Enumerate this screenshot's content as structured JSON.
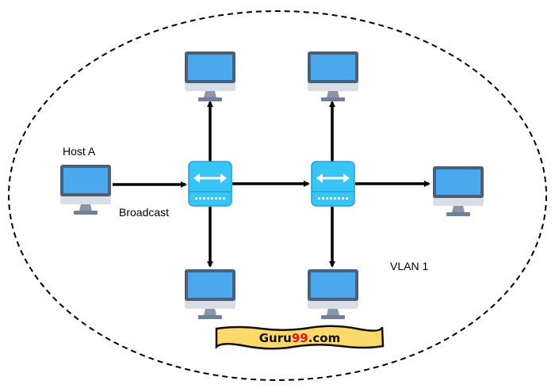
{
  "labels": {
    "host_a": "Host A",
    "broadcast": "Broadcast",
    "vlan": "VLAN 1"
  },
  "logo": {
    "part1": "Guru",
    "part2": "99",
    "part3": ".com"
  },
  "colors": {
    "monitor_frame": "#4a5f7a",
    "monitor_screen": "#4aa8ec",
    "monitor_bezel": "#d8dde6",
    "monitor_stand": "#8796a8",
    "switch_body": "#38c4f4",
    "switch_border": "#1c9fd8",
    "logo_bg": "#fcd96a",
    "logo_accent": "#e8141b"
  },
  "icons": [
    "computer-monitor-icon",
    "network-switch-icon"
  ]
}
